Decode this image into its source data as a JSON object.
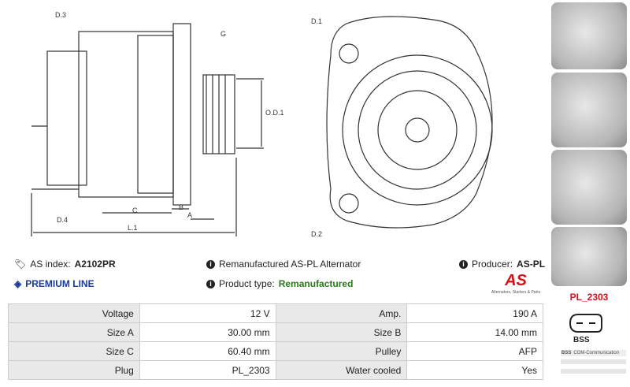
{
  "drawing": {
    "labels": {
      "d3": "D.3",
      "g": "G",
      "od1": "O.D.1",
      "d4": "D.4",
      "c": "C",
      "b": "B",
      "a": "A",
      "l1": "L.1",
      "d1": "D.1",
      "d2": "D.2"
    }
  },
  "info": {
    "as_index_label": "AS index:",
    "as_index_value": "A2102PR",
    "premium": "PREMIUM LINE",
    "description": "Remanufactured AS-PL Alternator",
    "product_type_label": "Product type:",
    "product_type_value": "Remanufactured",
    "producer_label": "Producer:",
    "producer_value": "AS-PL",
    "logo_text": "AS",
    "logo_tagline": "Alternators, Starters & Parts"
  },
  "specs": [
    [
      "Voltage",
      "12 V",
      "Amp.",
      "190 A"
    ],
    [
      "Size A",
      "30.00 mm",
      "Size B",
      "14.00 mm"
    ],
    [
      "Size C",
      "60.40 mm",
      "Pulley",
      "AFP"
    ],
    [
      "Plug",
      "PL_2303",
      "Water cooled",
      "Yes"
    ]
  ],
  "sidebar": {
    "plug_code": "PL_2303",
    "connector_label": "BSS",
    "pin_code": "BSS",
    "pin_desc": "COM-Communication"
  },
  "colors": {
    "premium": "#1a3a9a",
    "remanufactured": "#2a7a1a",
    "plug_code": "#d0141c"
  }
}
